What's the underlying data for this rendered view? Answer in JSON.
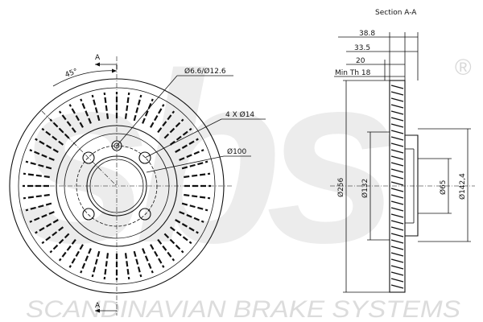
{
  "watermark": {
    "logo": "sbs",
    "registered_mark": "®",
    "footer_text": "SCANDINAVIAN BRAKE SYSTEMS"
  },
  "front_view": {
    "angle": "45°",
    "section_marker": "A",
    "bolt_hole_spec": "Ø6.6/Ø12.6",
    "stud_holes_spec": "4 X Ø14",
    "pcd": "Ø100"
  },
  "section_view": {
    "title": "Section A-A",
    "widths": {
      "overall": "38.8",
      "hat": "33.5",
      "disc": "20",
      "min_thickness": "Min Th 18"
    },
    "diameters": {
      "outer": "Ø256",
      "inner_ring": "Ø132",
      "center_bore": "Ø65",
      "hat": "Ø142,4"
    }
  }
}
